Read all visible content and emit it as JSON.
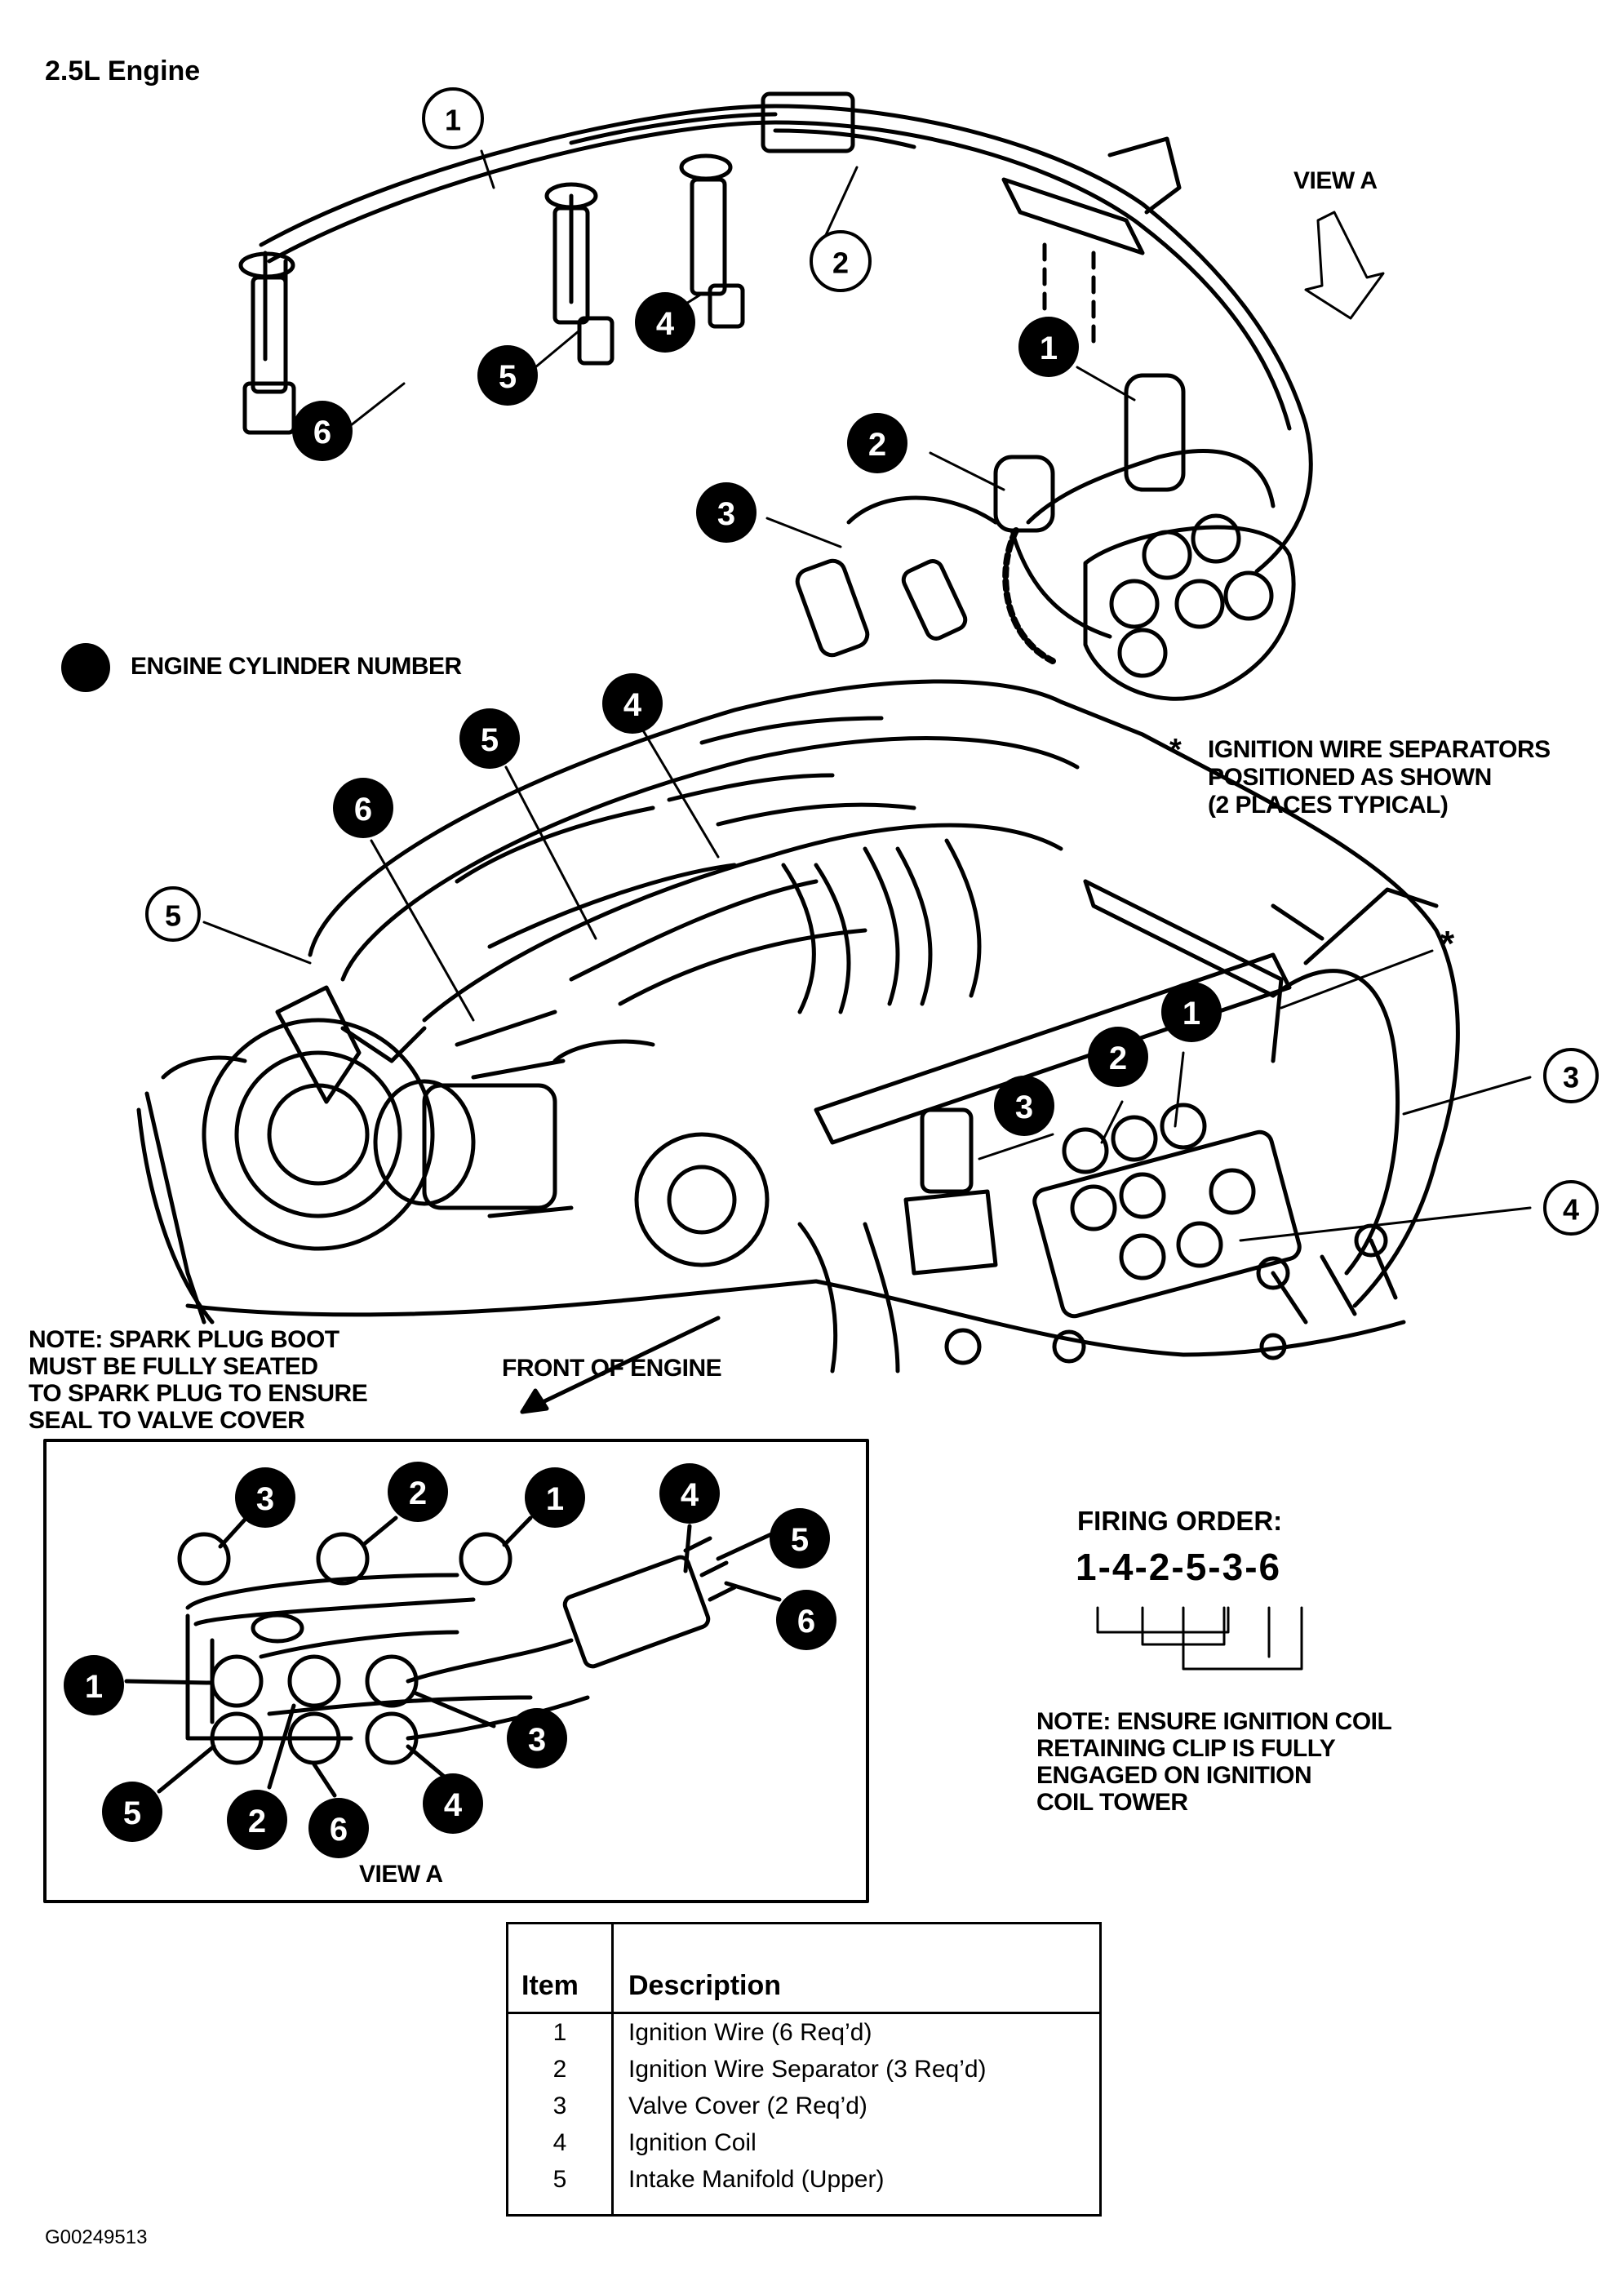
{
  "title": "2.5L Engine",
  "labels": {
    "view_a_top": "VIEW A",
    "legend": "ENGINE CYLINDER NUMBER",
    "separators": [
      "IGNITION WIRE SEPARATORS",
      "POSITIONED AS SHOWN",
      "(2 PLACES TYPICAL)"
    ],
    "asterisk": "*",
    "note_boot": [
      "NOTE: SPARK PLUG BOOT",
      "MUST BE FULLY SEATED",
      "TO SPARK PLUG TO ENSURE",
      "SEAL TO VALVE COVER"
    ],
    "front_of_engine": "FRONT OF ENGINE",
    "view_a_bottom": "VIEW A",
    "firing_order_title": "FIRING ORDER:",
    "firing_order_sequence": "1-4-2-5-3-6",
    "note_coil": [
      "NOTE: ENSURE IGNITION COIL",
      "RETAINING CLIP IS FULLY",
      "ENGAGED ON IGNITION",
      "COIL TOWER"
    ]
  },
  "callouts": {
    "open": [
      "1",
      "2",
      "5",
      "3",
      "4"
    ],
    "cylinders_top": [
      "6",
      "5",
      "4",
      "1",
      "2",
      "3"
    ],
    "cylinders_engine": [
      "6",
      "5",
      "4",
      "1",
      "2",
      "3"
    ],
    "view_a_cyl": [
      "3",
      "2",
      "1",
      "4",
      "5",
      "6",
      "1",
      "3",
      "5",
      "2",
      "6",
      "4"
    ]
  },
  "table": {
    "headers": [
      "Item",
      "Description"
    ],
    "rows": [
      {
        "item": "1",
        "description": "Ignition Wire (6 Req’d)"
      },
      {
        "item": "2",
        "description": "Ignition Wire Separator (3 Req’d)"
      },
      {
        "item": "3",
        "description": "Valve Cover (2 Req’d)"
      },
      {
        "item": "4",
        "description": "Ignition Coil"
      },
      {
        "item": "5",
        "description": "Intake Manifold (Upper)"
      }
    ]
  },
  "figure_code": "G00249513"
}
